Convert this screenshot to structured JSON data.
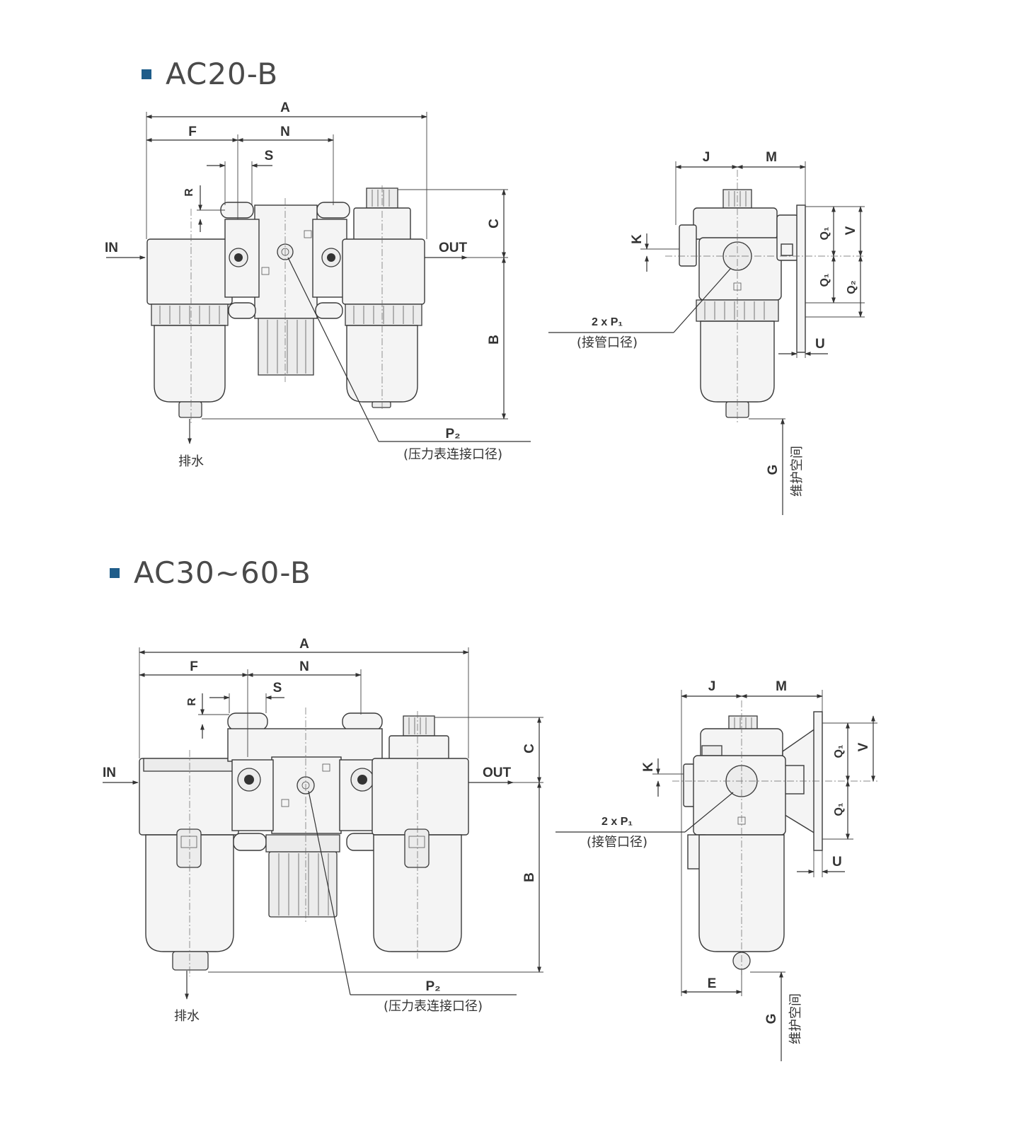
{
  "sections": [
    {
      "title": "AC20-B",
      "front": {
        "A": "A",
        "F": "F",
        "N": "N",
        "S": "S",
        "R": "R",
        "C": "C",
        "B": "B",
        "in": "IN",
        "out": "OUT",
        "p2": "P₂",
        "p2_desc": "(压力表连接口径)",
        "drain": "排水"
      },
      "side": {
        "J": "J",
        "M": "M",
        "K": "K",
        "V": "V",
        "Q1a": "Q₁",
        "Q1b": "Q₁",
        "Q2": "Q₂",
        "U": "U",
        "p1": "2 x P₁",
        "p1_desc": "(接管口径)",
        "G": "G",
        "g_desc": "维护空间"
      }
    },
    {
      "title": "AC30~60-B",
      "front": {
        "A": "A",
        "F": "F",
        "N": "N",
        "S": "S",
        "R": "R",
        "C": "C",
        "B": "B",
        "in": "IN",
        "out": "OUT",
        "p2": "P₂",
        "p2_desc": "(压力表连接口径)",
        "drain": "排水"
      },
      "side": {
        "J": "J",
        "M": "M",
        "K": "K",
        "V": "V",
        "Q1a": "Q₁",
        "Q1b": "Q₁",
        "U": "U",
        "E": "E",
        "p1": "2 x P₁",
        "p1_desc": "(接管口径)",
        "G": "G",
        "g_desc": "维护空间"
      }
    }
  ]
}
